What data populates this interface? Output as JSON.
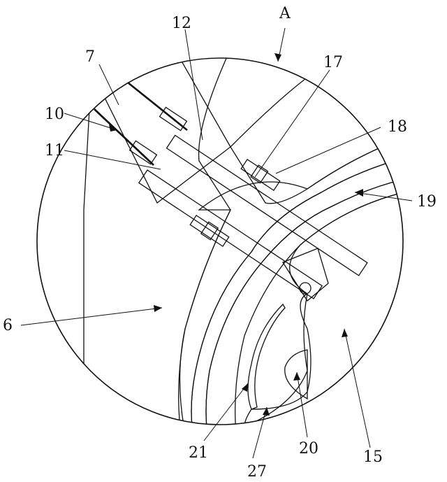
{
  "figure": {
    "view_label": "A",
    "callouts": [
      "7",
      "12",
      "17",
      "18",
      "10",
      "11",
      "19",
      "6",
      "15",
      "20",
      "21",
      "27"
    ]
  },
  "colors": {
    "ink": "#111111",
    "background": "#ffffff"
  }
}
